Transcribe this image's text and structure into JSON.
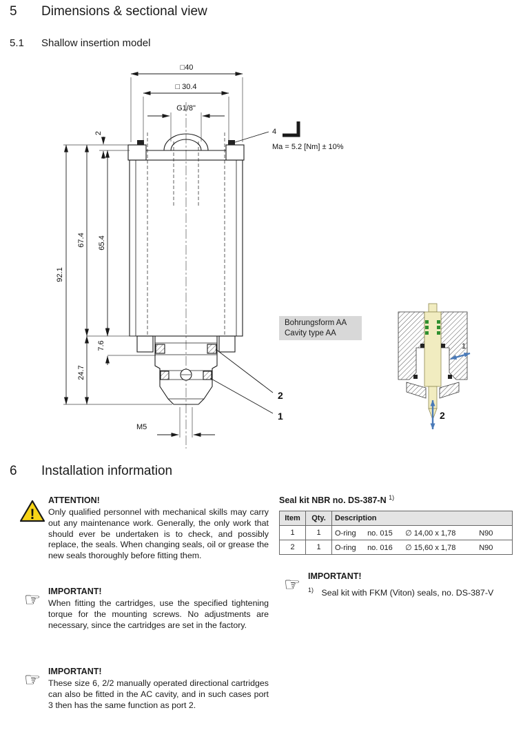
{
  "sections": {
    "s5": {
      "number": "5",
      "title": "Dimensions & sectional view"
    },
    "s51": {
      "number": "5.1",
      "title": "Shallow insertion model"
    },
    "s6": {
      "number": "6",
      "title": "Installation information"
    }
  },
  "drawing": {
    "dim_width_outer": "□40",
    "dim_width_inner": "□ 30.4",
    "dim_thread_top": "G1/8\"",
    "dim_flange_step": "2",
    "dim_total_height": "92.1",
    "dim_body_height_outer": "67.4",
    "dim_body_height_inner": "65.4",
    "dim_neck_height": "7.6",
    "dim_cartridge_height": "24.7",
    "dim_thread_bottom": "M5",
    "hex_key_size": "4",
    "torque_note": "Ma = 5.2 [Nm] ± 10%",
    "callout_item2": "2",
    "callout_item1": "1",
    "cavity_label_de": "Bohrungsform AA",
    "cavity_label_en": "Cavity type AA",
    "cavity_arrow1": "1",
    "cavity_arrow2": "2"
  },
  "attention": {
    "title": "ATTENTION!",
    "body": "Only qualified personnel with mechanical skills may carry out any maintenance work. Generally, the only work that should ever be undertaken is to check, and possibly replace, the seals. When changing seals, oil or grease the new seals thoroughly before fitting them."
  },
  "important1": {
    "title": "IMPORTANT!",
    "body": "When fitting the cartridges, use the specified tightening torque for the mounting screws. No adjustments are necessary, since the cartridges are set in the factory."
  },
  "important2": {
    "title": "IMPORTANT!",
    "body": "These size 6, 2/2 manually operated directional cartridges can also be fitted in the AC cavity, and in such cases port 3 then has the same function as port 2."
  },
  "seal_kit": {
    "title": "Seal kit NBR no. DS-387-N",
    "title_footnote": "1)",
    "columns": [
      "Item",
      "Qty.",
      "Description"
    ],
    "rows": [
      {
        "item": "1",
        "qty": "1",
        "type": "O-ring",
        "no": "no. 015",
        "size": "∅ 14,00 x 1,78",
        "material": "N90"
      },
      {
        "item": "2",
        "qty": "1",
        "type": "O-ring",
        "no": "no. 016",
        "size": "∅ 15,60 x 1,78",
        "material": "N90"
      }
    ]
  },
  "important3": {
    "title": "IMPORTANT!",
    "footnote_marker": "1)",
    "body": "Seal kit with FKM (Viton) seals, no. DS-387-V"
  },
  "colors": {
    "warning_yellow": "#f7d417",
    "flow_arrow_blue": "#4a7ab8",
    "brass_fill": "#f1ecc0",
    "seal_green": "#2f8f2f",
    "cavity_label_bg": "#d8d8d8",
    "table_header_bg": "#e4e4e4"
  }
}
